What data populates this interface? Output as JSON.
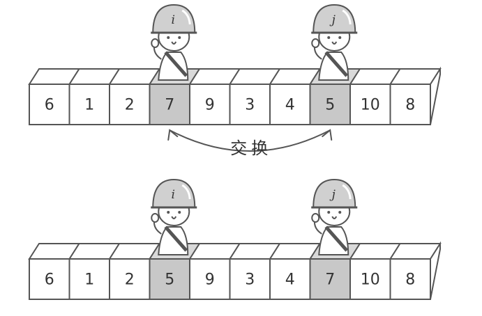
{
  "rows": [
    {
      "values": [
        "6",
        "1",
        "2",
        "7",
        "9",
        "3",
        "4",
        "5",
        "10",
        "8"
      ],
      "highlight": [
        3,
        7
      ],
      "pointers": [
        {
          "label": "i",
          "index": 3
        },
        {
          "label": "j",
          "index": 7
        }
      ]
    },
    {
      "values": [
        "6",
        "1",
        "2",
        "5",
        "9",
        "3",
        "4",
        "7",
        "10",
        "8"
      ],
      "highlight": [
        3,
        7
      ],
      "pointers": [
        {
          "label": "i",
          "index": 3
        },
        {
          "label": "j",
          "index": 7
        }
      ]
    }
  ],
  "swap": {
    "label": "交换",
    "from_index": 3,
    "to_index": 7
  },
  "colors": {
    "cell": "#ffffff",
    "cell_highlight": "#c8c8c8",
    "top_face": "#ffffff",
    "top_face_highlight": "#d9d9d9",
    "stroke": "#555555",
    "helmet": "#d0d0d0"
  }
}
